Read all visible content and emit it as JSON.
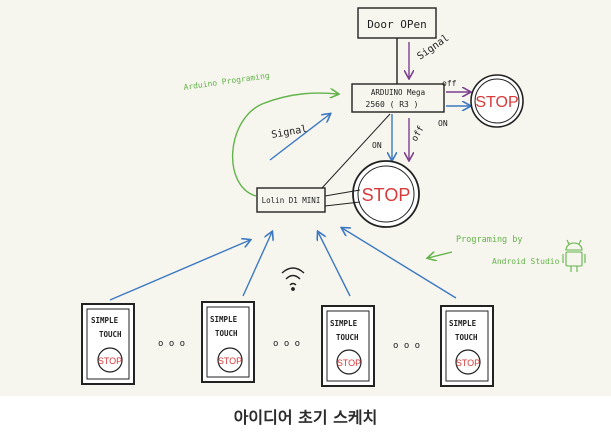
{
  "diagram": {
    "door_open": "Door OPen",
    "arduino_line1": "ARDUINO Mega",
    "arduino_line2": "2560 ( R3 )",
    "lolin": "Lolin D1 MINI",
    "stop": "STOP",
    "signal_top": "Signal",
    "signal_left": "Signal",
    "off_upper": "off",
    "on_upper": "ON",
    "on_lower": "ON",
    "off_lower": "off",
    "arduino_programing": "Arduino Programing",
    "programing_by": "Programing by",
    "android_studio": "Android Studio",
    "ellipsis": "o o o",
    "tablet_label_line1": "SIMPLE",
    "tablet_label_line2": "TOUCH",
    "tablet_stop": "STOP"
  },
  "colors": {
    "ink": "#222222",
    "blue_arrow": "#3b78c2",
    "purple_arrow": "#7b3f8f",
    "green_note": "#62b34a",
    "stop_red": "#d63a3a"
  },
  "caption": "아이디어 초기 스케치"
}
